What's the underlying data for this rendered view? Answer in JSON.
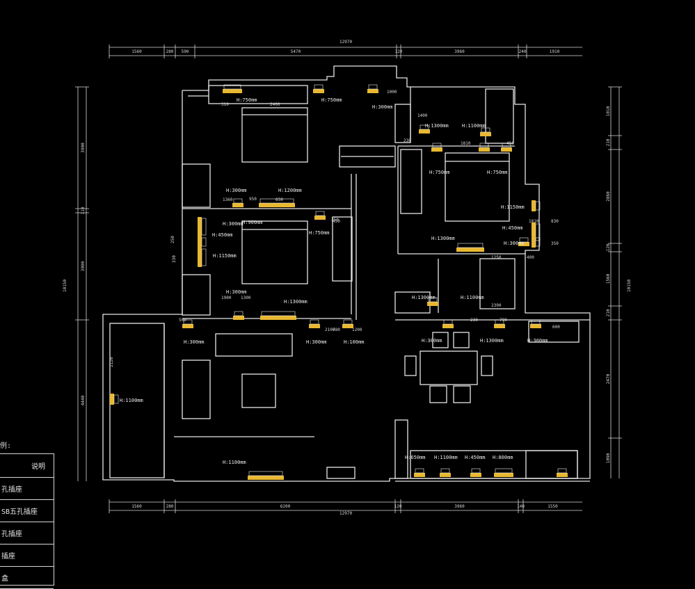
{
  "dims": {
    "top_total": "12970",
    "top_segments": [
      "1560",
      "280",
      "590",
      "5470",
      "120",
      "3960",
      "240",
      "1910"
    ],
    "bottom_total": "12970",
    "bottom_segments": [
      "1560",
      "280",
      "6200",
      "120",
      "3960",
      "140",
      "1550"
    ],
    "left_total": "10150",
    "left_segments": [
      "3900",
      "110",
      "3900",
      "4440"
    ],
    "left_small": [
      "250",
      "330",
      "2120"
    ],
    "right_total": "10150",
    "right_segments": [
      "1010",
      "210",
      "2860",
      "120",
      "1560",
      "210",
      "2470",
      "1090"
    ],
    "inner": [
      "310",
      "2400",
      "1000",
      "1400",
      "1150",
      "230",
      "1810",
      "450",
      "950",
      "450",
      "1810",
      "1360",
      "650",
      "1900",
      "1300",
      "350",
      "830",
      "350",
      "1250",
      "400",
      "2390",
      "230",
      "790",
      "780",
      "2100",
      "1200",
      "600",
      "500"
    ]
  },
  "heights": [
    "H:750mm",
    "H:750mm",
    "H:300mm",
    "H:1300mm",
    "H:1100mm",
    "H:750mm",
    "H:750mm",
    "H:300mm",
    "H:1200mm",
    "H:1150mm",
    "H:450mm",
    "H:300mm",
    "H:1300mm",
    "H:450mm",
    "H:900mm",
    "H:750mm",
    "H:1150mm",
    "H:300mm",
    "H:1300mm",
    "H:1300mm",
    "H:1100mm",
    "H:300mm",
    "H:300mm",
    "H:100mm",
    "H:300mm",
    "H:300mm",
    "H:1300mm",
    "H:300mm",
    "H:1100mm",
    "H:1100mm",
    "H:650mm",
    "H:1100mm",
    "H:450mm",
    "H:800mm"
  ],
  "legend": {
    "title": "例:",
    "header": "说明",
    "rows": [
      "孔插座",
      "SB五孔插座",
      "孔插座",
      "插座",
      "盒"
    ]
  },
  "colors": {
    "wall": "#e8e8e8",
    "dim": "#d8d8d8",
    "socket": "#e8b830"
  }
}
